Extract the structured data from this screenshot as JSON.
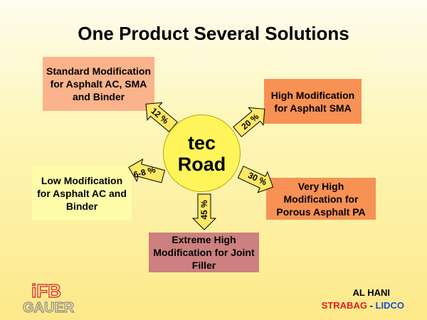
{
  "title": "One Product Several Solutions",
  "hub": {
    "line1": "tec",
    "line2": "Road"
  },
  "solutions": [
    {
      "label": "Standard Modification for Asphalt AC, SMA and Binder",
      "percent": "12 %",
      "color": "#fbb38c"
    },
    {
      "label": "High Modification for Asphalt SMA",
      "percent": "20 %",
      "color": "#f79154"
    },
    {
      "label": "Low Modification for Asphalt AC and Binder",
      "percent": "6-8 %",
      "color": "#fffcaa"
    },
    {
      "label": "Very High Modification for Porous Asphalt PA",
      "percent": "30 %",
      "color": "#f79154"
    },
    {
      "label": "Extreme High Modification for Joint Filler",
      "percent": "45 %",
      "color": "#cc8080"
    }
  ],
  "footer": {
    "author": "AL HANI",
    "org1": "STRABAG",
    "separator": "-",
    "org2": "LIDCO"
  },
  "logo": {
    "name": "iFB GAUER logo",
    "top": "iFB",
    "bottom": "GAUER",
    "colors": {
      "top": "#d81f2a",
      "bottom": "#8a8a8a"
    }
  }
}
